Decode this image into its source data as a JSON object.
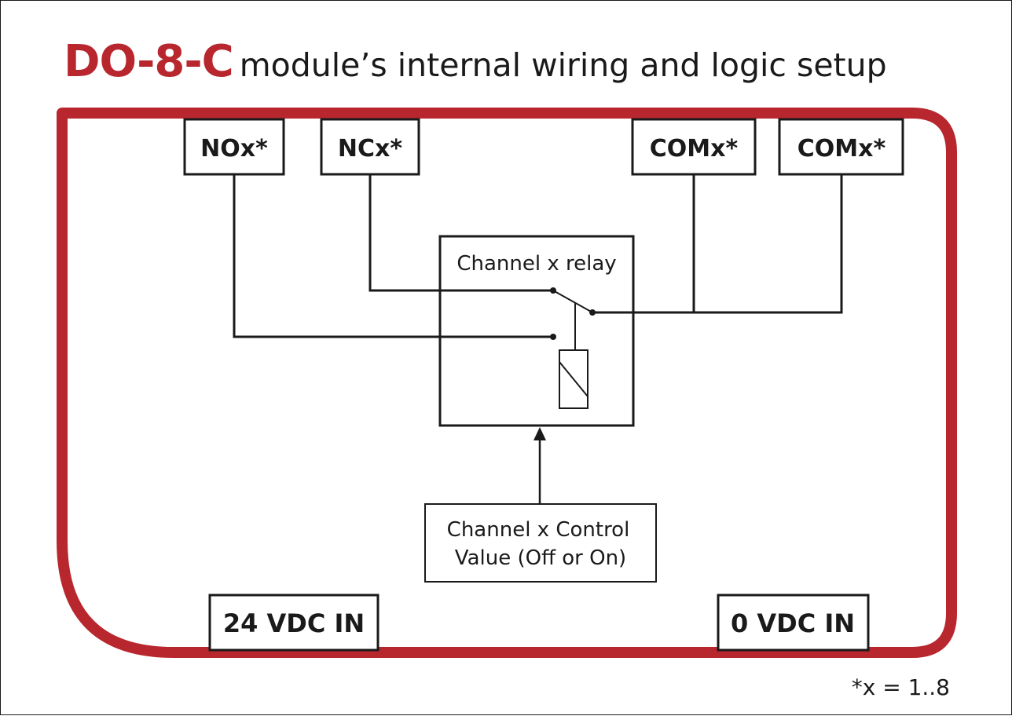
{
  "title": {
    "model": "DO-8-C",
    "description": "module’s internal wiring and logic setup"
  },
  "terminals": {
    "no": "NOx*",
    "nc": "NCx*",
    "com1": "COMx*",
    "com2": "COMx*",
    "power_24": "24 VDC IN",
    "power_0": "0 VDC IN"
  },
  "relay": {
    "label": "Channel x relay"
  },
  "control": {
    "line1": "Channel x Control",
    "line2": "Value (Off or On)"
  },
  "footnote": "*x = 1..8",
  "colors": {
    "accent": "#b8262e",
    "line": "#1a1a1a"
  }
}
